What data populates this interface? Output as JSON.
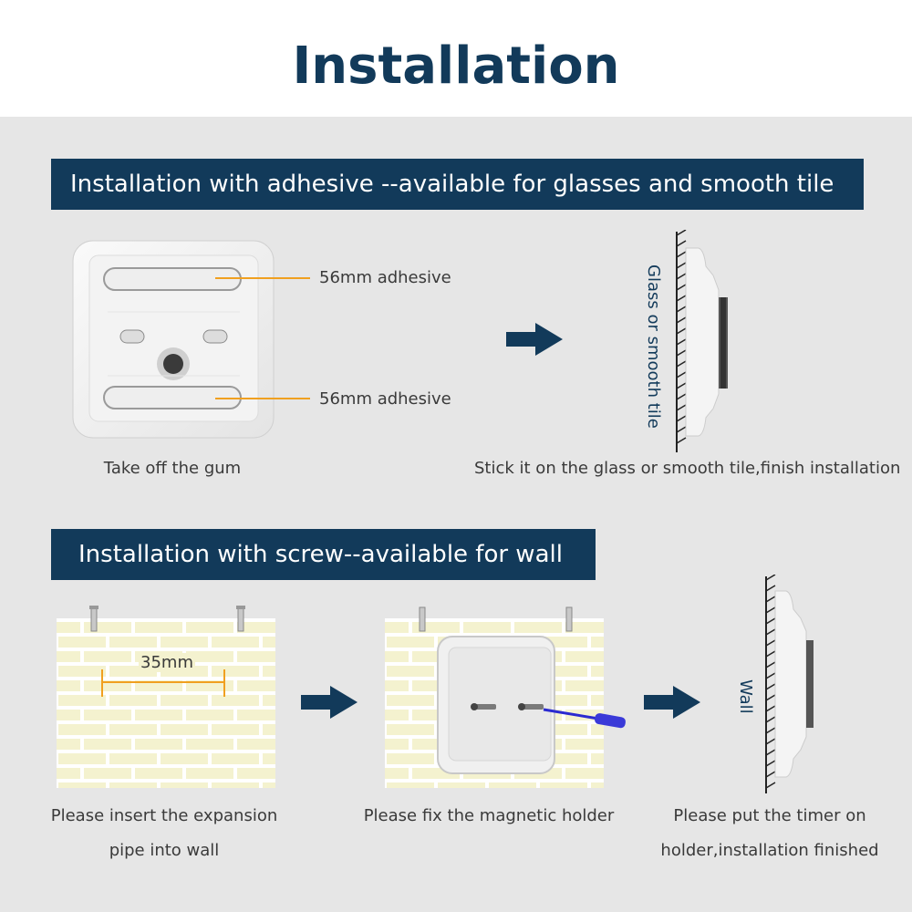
{
  "page": {
    "title": "Installation"
  },
  "adhesive_section": {
    "heading": "Installation with adhesive --available for glasses and smooth tile",
    "callout_top": "56mm adhesive",
    "callout_bottom": "56mm adhesive",
    "wall_label": "Glass or smooth tile",
    "step1_caption": "Take off the gum",
    "step2_caption": "Stick it on the glass or smooth tile,finish installation"
  },
  "screw_section": {
    "heading": "Installation with screw--available for wall",
    "dimension_label": "35mm",
    "wall_label": "Wall",
    "step1_caption_line1": "Please insert the expansion",
    "step1_caption_line2": "pipe into wall",
    "step2_caption": "Please fix the magnetic holder",
    "step3_caption_line1": "Please put the timer on",
    "step3_caption_line2": "holder,installation finished"
  },
  "colors": {
    "brand_navy": "#123a5a",
    "callout_orange": "#f0a020",
    "brick": "#f4f2cf",
    "mortar": "#ffffff",
    "background": "#e6e6e6"
  },
  "icons": [
    "arrow-right-icon",
    "screwdriver-icon",
    "screw-icon",
    "wall-hatch-icon"
  ]
}
